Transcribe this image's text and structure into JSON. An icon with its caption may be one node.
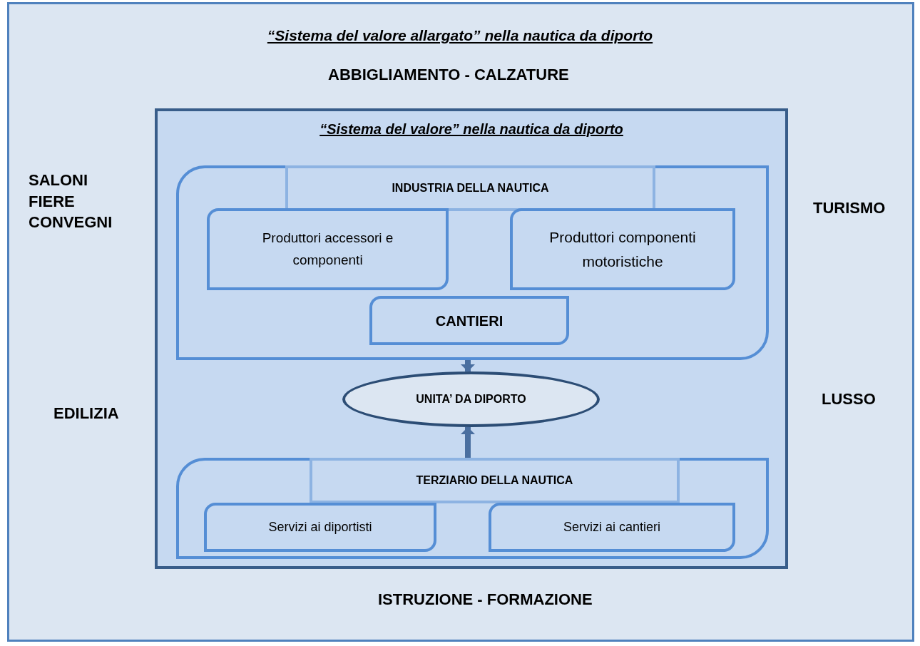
{
  "diagram": {
    "title": "“Sistema del valore allargato” nella nautica da diporto",
    "nodes": [
      {
        "text": [
          "“Sistema del valore” nella nautica da diporto"
        ]
      },
      {
        "text": [
          "INDUSTRIA DELLA NAUTICA"
        ],
        "in": 0
      },
      {
        "text": [
          "Produttori accessori e componenti"
        ],
        "in": 1
      },
      {
        "text": [
          "Produttori componenti motoristiche"
        ],
        "in": 1
      },
      {
        "text": [
          "CANTIERI"
        ],
        "in": 1
      },
      {
        "text": [
          "UNITA’ DA DIPORTO"
        ],
        "in": 0
      },
      {
        "text": [
          "TERZIARIO DELLA NAUTICA"
        ],
        "in": 0
      },
      {
        "text": [
          "Servizi ai diportisti"
        ],
        "in": 6
      },
      {
        "text": [
          "Servizi ai cantieri"
        ],
        "in": 6
      }
    ],
    "edges": [
      {
        "from": 1,
        "to": 5,
        "arrow": "to"
      },
      {
        "from": 6,
        "to": 5,
        "arrow": "to"
      }
    ],
    "labels": [
      "ABBIGLIAMENTO - CALZATURE",
      "SALONI FIERE CONVEGNI",
      "TURISMO",
      "EDILIZIA",
      "LUSSO",
      "ISTRUZIONE - FORMAZIONE"
    ]
  }
}
